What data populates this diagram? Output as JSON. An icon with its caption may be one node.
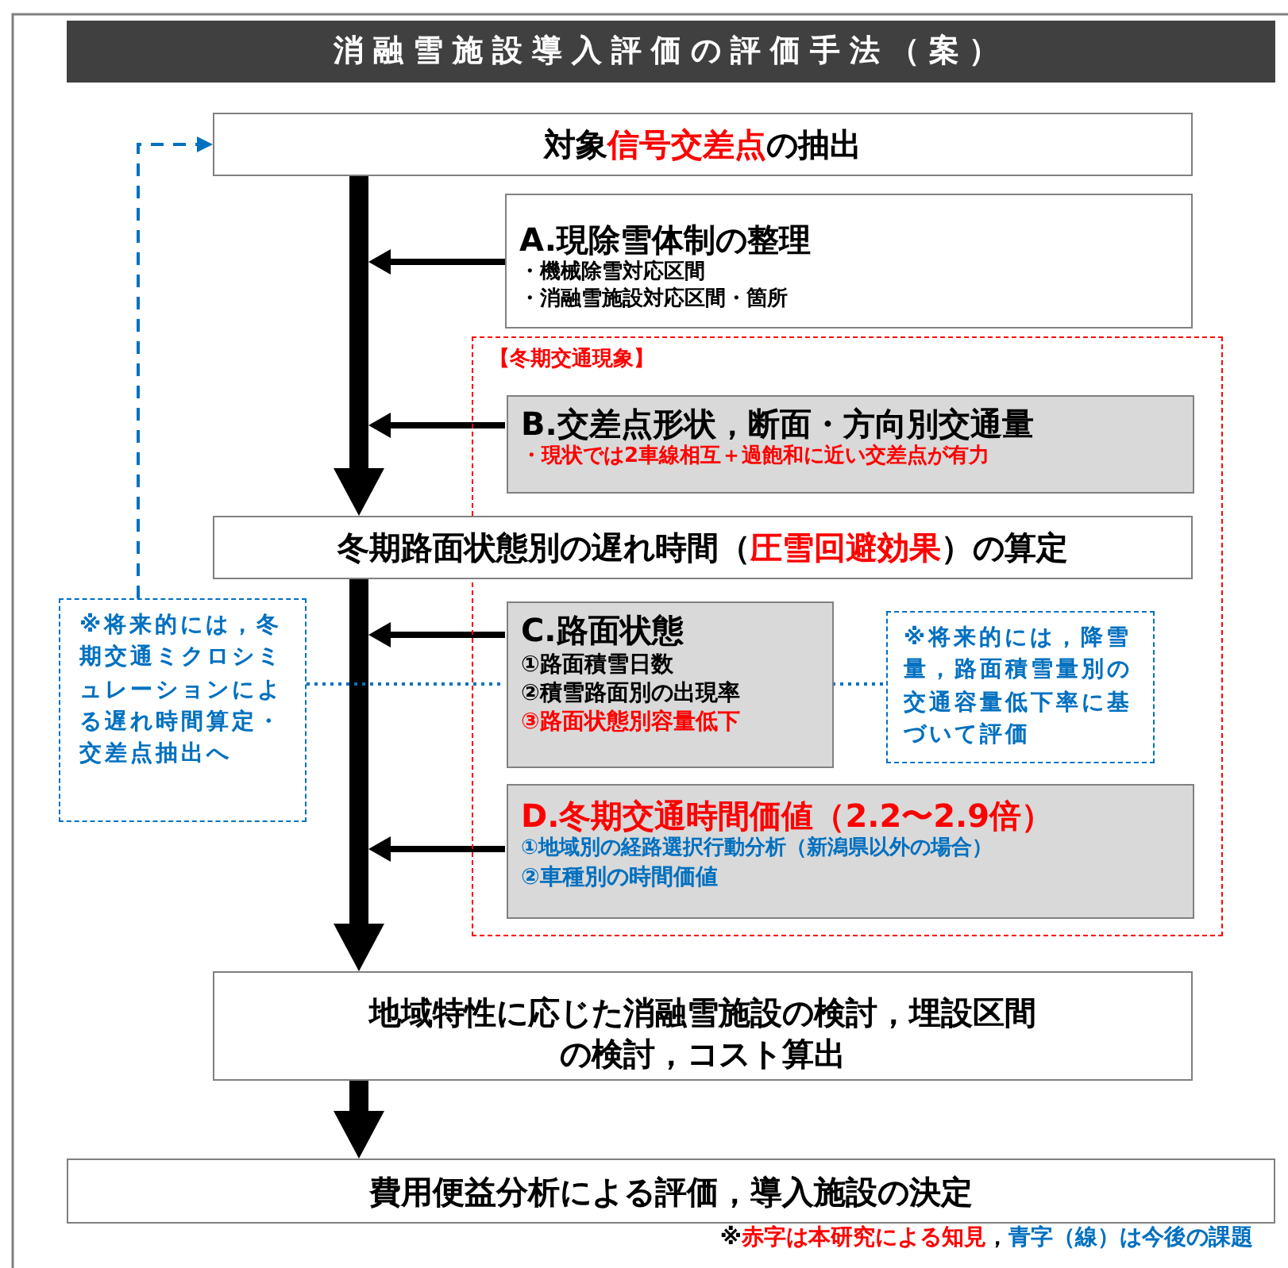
{
  "diagram": {
    "title": "消融雪施設導入評価の評価手法（案）",
    "nodes": [
      {
        "text": [
          "対象**信号交差点**の抽出"
        ]
      },
      {
        "text": [
          "A.現除雪体制の整理",
          "・機械除雪対応区間",
          "・消融雪施設対応区間・箇所"
        ]
      },
      {
        "text": [
          "【冬期交通現象】"
        ]
      },
      {
        "text": [
          "B.交差点形状，断面・方向別交通量",
          "・現状では2車線相互＋過飽和に近い交差点が有力"
        ],
        "in": 2
      },
      {
        "text": [
          "冬期路面状態別の遅れ時間（**圧雪回避効果**）の算定"
        ]
      },
      {
        "text": [
          "C.路面状態",
          "①路面積雪日数",
          "②積雪路面別の出現率",
          "③路面状態別容量低下"
        ],
        "in": 2
      },
      {
        "text": [
          "※将来的には，降雪量，路面積雪量別の交通容量低下率に基づいて評価"
        ],
        "in": 2
      },
      {
        "text": [
          "D.冬期交通時間価値（2.2〜2.9倍）",
          "①地域別の経路選択行動分析（新潟県以外の場合）",
          "②車種別の時間価値"
        ],
        "in": 2
      },
      {
        "text": [
          "地域特性に応じた消融雪施設の検討，埋設区間の検討，コスト算出"
        ]
      },
      {
        "text": [
          "費用便益分析による評価，導入施設の決定"
        ]
      },
      {
        "text": [
          "※将来的には，冬期交通ミクロシミュレーションによる遅れ時間算定・交差点抽出へ"
        ]
      }
    ],
    "edges": [
      {
        "from": 0,
        "to": 4,
        "arrow": "to",
        "style": "thick"
      },
      {
        "from": 4,
        "to": 8,
        "arrow": "to",
        "style": "thick"
      },
      {
        "from": 8,
        "to": 9,
        "arrow": "to",
        "style": "thick"
      },
      {
        "from": 1,
        "to": null,
        "arrow": "to"
      },
      {
        "from": 3,
        "to": null,
        "arrow": "to"
      },
      {
        "from": 5,
        "to": null,
        "arrow": "to"
      },
      {
        "from": 7,
        "to": null,
        "arrow": "to"
      },
      {
        "from": 10,
        "to": 0,
        "arrow": "to",
        "style": "dashed",
        "color": "#0070c0"
      },
      {
        "from": 10,
        "to": 5,
        "arrow": "none",
        "style": "dashed",
        "color": "#0070c0"
      },
      {
        "from": 5,
        "to": 6,
        "arrow": "none",
        "style": "dashed",
        "color": "#0070c0"
      }
    ],
    "labels": [
      "※**赤字は本研究による知見**，*青字（線）は今後の課題*"
    ]
  }
}
